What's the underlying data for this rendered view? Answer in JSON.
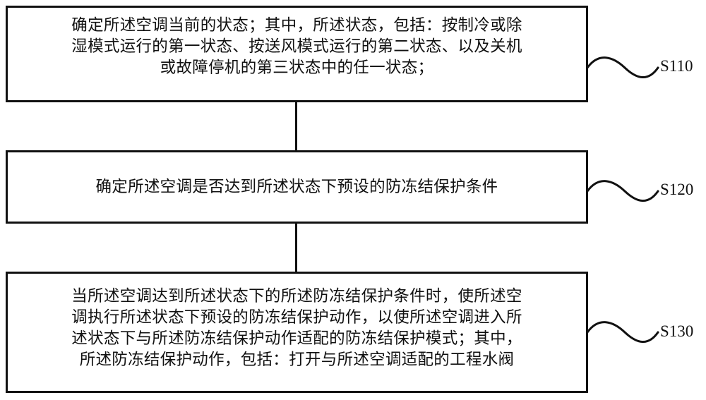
{
  "diagram": {
    "type": "flowchart",
    "direction": "top-to-bottom",
    "colors": {
      "stroke": "#111111",
      "background": "#ffffff",
      "text": "#111111"
    },
    "steps": [
      {
        "id": "S110",
        "label": "S110",
        "lines": [
          "确定所述空调当前的状态；其中，所述状态，包括：按制冷或除",
          "湿模式运行的第一状态、按送风模式运行的第二状态、以及关机",
          "或故障停机的第三状态中的任一状态；"
        ]
      },
      {
        "id": "S120",
        "label": "S120",
        "lines": [
          "确定所述空调是否达到所述状态下预设的防冻结保护条件"
        ]
      },
      {
        "id": "S130",
        "label": "S130",
        "lines": [
          "当所述空调达到所述状态下的所述防冻结保护条件时，使所述空",
          "调执行所述状态下预设的防冻结保护动作，以使所述空调进入所",
          "述状态下与所述防冻结保护动作适配的防冻结保护模式；其中，",
          "所述防冻结保护动作，包括：打开与所述空调适配的工程水阀"
        ]
      }
    ],
    "edges": [
      {
        "from": "S110",
        "to": "S120"
      },
      {
        "from": "S120",
        "to": "S130"
      }
    ]
  }
}
